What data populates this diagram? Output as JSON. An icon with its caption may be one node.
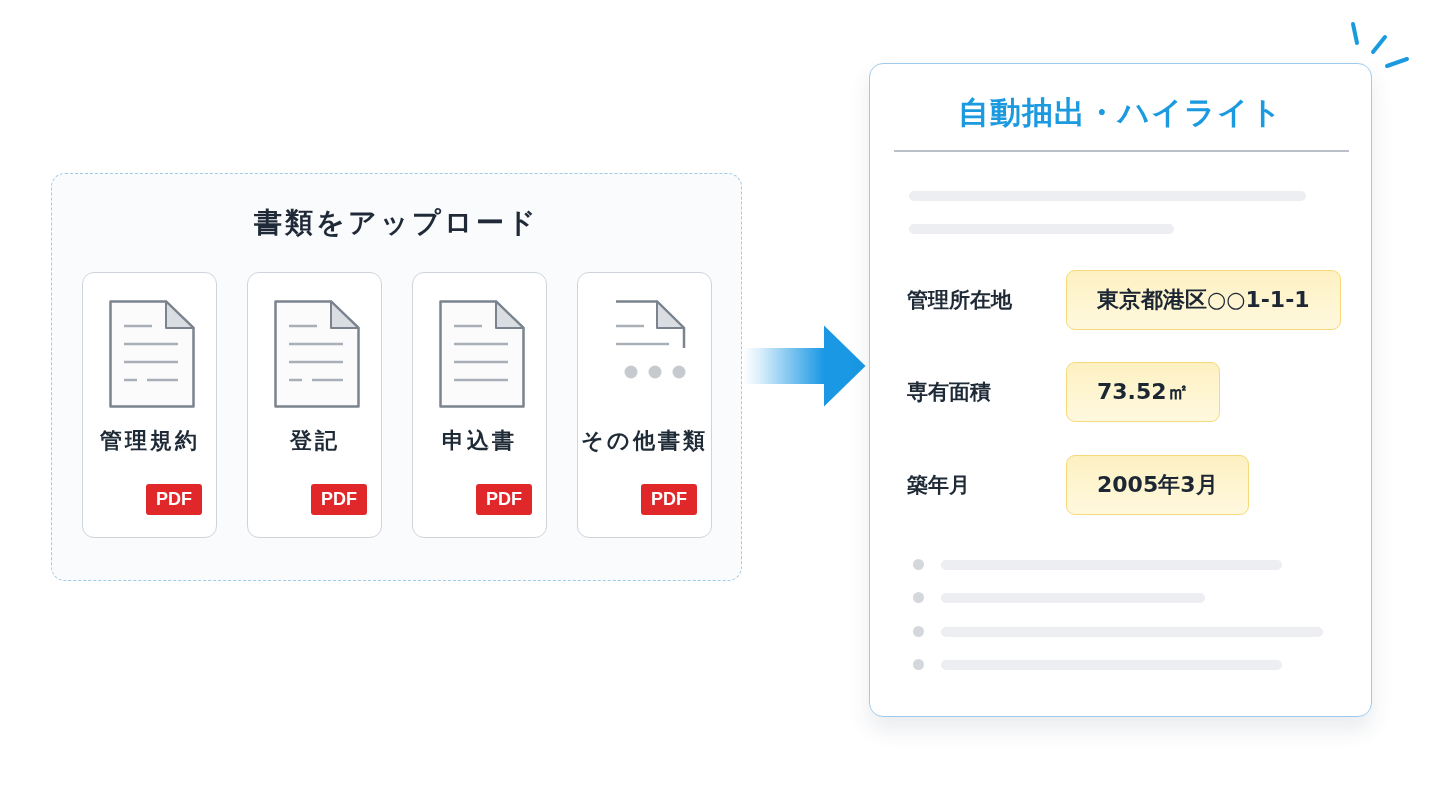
{
  "diagram": {
    "nodes": [
      {
        "text": [
          "書類をアップロード"
        ]
      },
      {
        "text": [
          "管理規約"
        ],
        "in": 0
      },
      {
        "text": [
          "PDF"
        ],
        "in": 1
      },
      {
        "text": [
          "登記"
        ],
        "in": 0
      },
      {
        "text": [
          "PDF"
        ],
        "in": 3
      },
      {
        "text": [
          "申込書"
        ],
        "in": 0
      },
      {
        "text": [
          "PDF"
        ],
        "in": 5
      },
      {
        "text": [
          "その他書類"
        ],
        "in": 0
      },
      {
        "text": [
          "PDF"
        ],
        "in": 7
      },
      {
        "text": [
          "自動抽出・ハイライト"
        ]
      },
      {
        "text": [
          "東京都港区○○1-1-1"
        ],
        "in": 9
      },
      {
        "text": [
          "73.52㎡"
        ],
        "in": 9
      },
      {
        "text": [
          "2005年3月"
        ],
        "in": 9
      }
    ],
    "edges": [
      {
        "from": 0,
        "to": 9,
        "arrow": "to",
        "style": "thick"
      }
    ],
    "labels": [
      "管理所在地",
      "専有面積",
      "築年月"
    ]
  }
}
